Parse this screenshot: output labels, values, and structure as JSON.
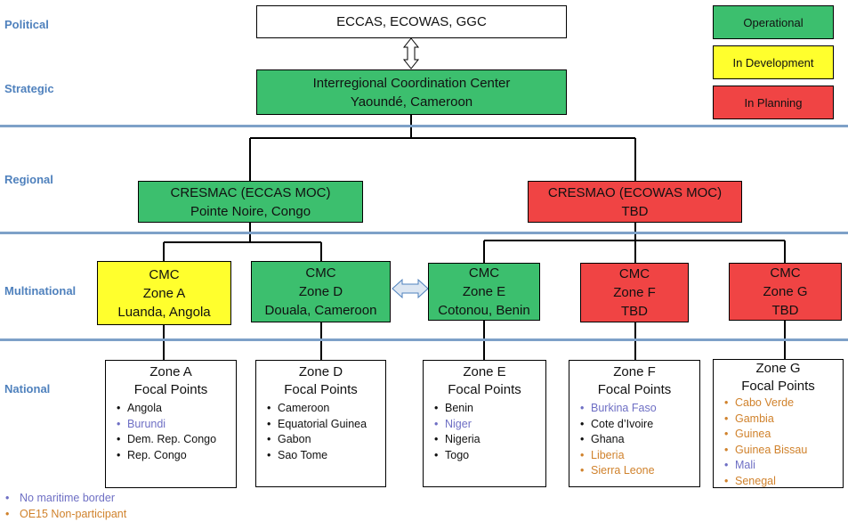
{
  "levels": {
    "political": "Political",
    "strategic": "Strategic",
    "regional": "Regional",
    "multinational": "Multinational",
    "national": "National"
  },
  "legend": {
    "operational": "Operational",
    "in_development": "In Development",
    "in_planning": "In Planning",
    "colors": {
      "operational": "#3cbf6e",
      "in_development": "#ffff2d",
      "in_planning": "#f04444"
    }
  },
  "political_box": {
    "label": "ECCAS, ECOWAS, GGC"
  },
  "strategic_box": {
    "line1": "Interregional Coordination Center",
    "line2": "Yaoundé, Cameroon"
  },
  "regional": {
    "cresmac": {
      "line1": "CRESMAC (ECCAS MOC)",
      "line2": "Pointe Noire, Congo"
    },
    "cresmao": {
      "line1": "CRESMAO (ECOWAS MOC)",
      "line2": "TBD"
    }
  },
  "zones": [
    {
      "line1": "CMC",
      "line2": "Zone A",
      "line3": "Luanda, Angola"
    },
    {
      "line1": "CMC",
      "line2": "Zone D",
      "line3": "Douala, Cameroon"
    },
    {
      "line1": "CMC",
      "line2": "Zone E",
      "line3": "Cotonou, Benin"
    },
    {
      "line1": "CMC",
      "line2": "Zone F",
      "line3": "TBD"
    },
    {
      "line1": "CMC",
      "line2": "Zone G",
      "line3": "TBD"
    }
  ],
  "focal_points": [
    {
      "title1": "Zone A",
      "title2": "Focal Points",
      "items": [
        "Angola",
        "Burundi",
        "Dem. Rep. Congo",
        "Rep. Congo"
      ]
    },
    {
      "title1": "Zone D",
      "title2": "Focal Points",
      "items": [
        "Cameroon",
        "Equatorial Guinea",
        "Gabon",
        "Sao Tome"
      ]
    },
    {
      "title1": "Zone E",
      "title2": "Focal Points",
      "items": [
        "Benin",
        "Niger",
        "Nigeria",
        "Togo"
      ]
    },
    {
      "title1": "Zone F",
      "title2": "Focal Points",
      "items": [
        "Burkina Faso",
        "Cote d’Ivoire",
        "Ghana",
        "Liberia",
        "Sierra Leone"
      ]
    },
    {
      "title1": "Zone G",
      "title2": "Focal Points",
      "items": [
        "Cabo Verde",
        "Gambia",
        "Guinea",
        "Guinea Bissau",
        "Mali",
        "Senegal"
      ]
    }
  ],
  "notes": {
    "no_maritime_border": "No maritime border",
    "non_participant": "OE15 Non-participant",
    "colors": {
      "no_maritime_border": "#6e6fc4",
      "non_participant": "#d0822c"
    }
  }
}
